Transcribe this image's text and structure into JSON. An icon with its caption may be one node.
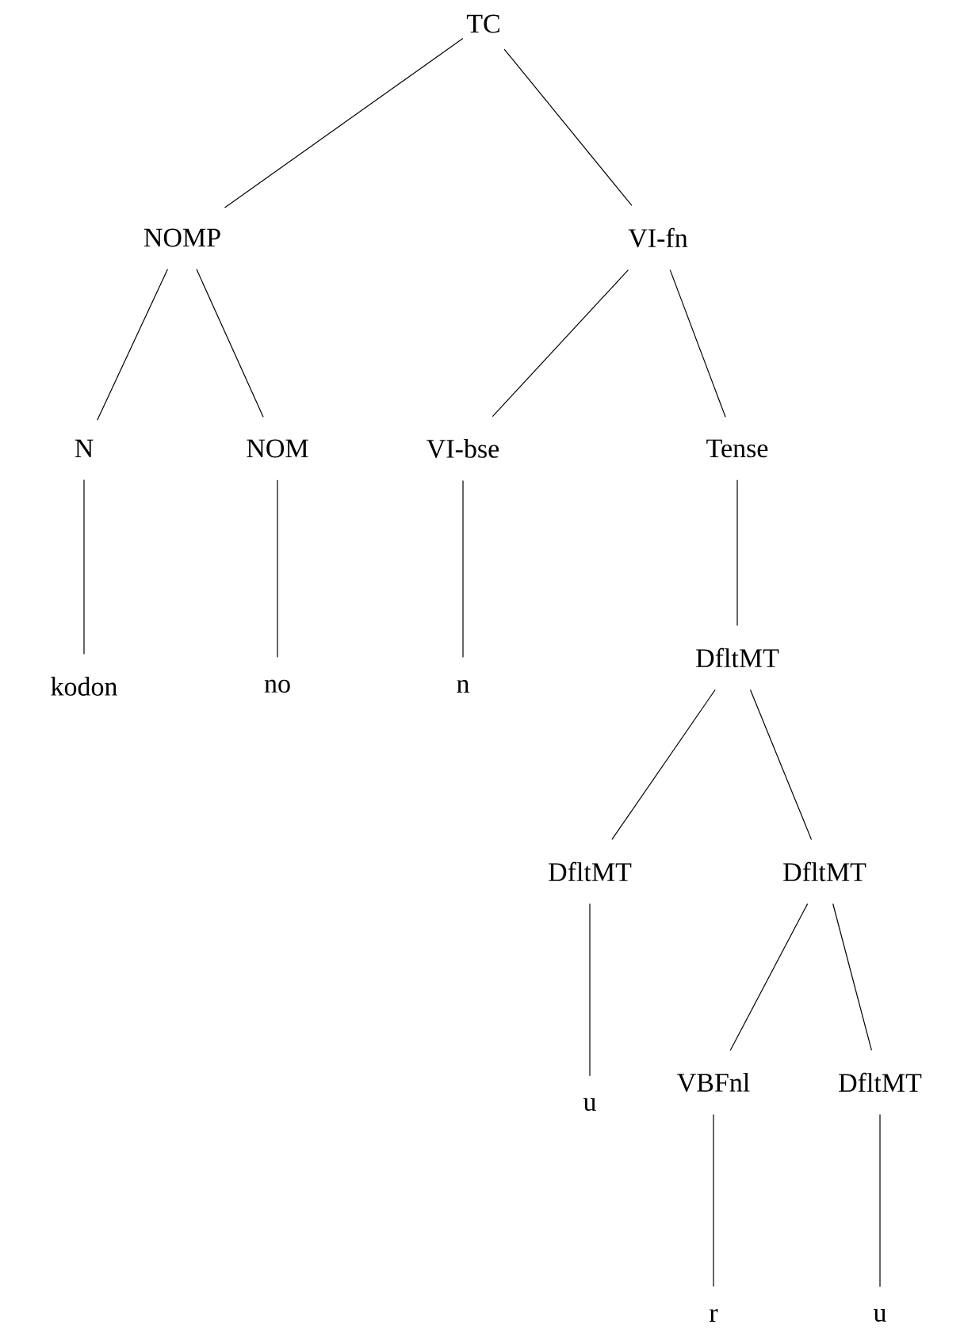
{
  "diagram": {
    "nodes": [
      {
        "text": [
          "TC"
        ]
      },
      {
        "text": [
          "NOMP"
        ]
      },
      {
        "text": [
          "VI-fn"
        ]
      },
      {
        "text": [
          "N"
        ]
      },
      {
        "text": [
          "NOM"
        ]
      },
      {
        "text": [
          "VI-bse"
        ]
      },
      {
        "text": [
          "Tense"
        ]
      },
      {
        "text": [
          "kodon"
        ]
      },
      {
        "text": [
          "no"
        ]
      },
      {
        "text": [
          "n"
        ]
      },
      {
        "text": [
          "DfltMT"
        ]
      },
      {
        "text": [
          "DfltMT"
        ]
      },
      {
        "text": [
          "DfltMT"
        ]
      },
      {
        "text": [
          "u"
        ]
      },
      {
        "text": [
          "VBFnl"
        ]
      },
      {
        "text": [
          "DfltMT"
        ]
      },
      {
        "text": [
          "r"
        ]
      },
      {
        "text": [
          "u"
        ]
      }
    ],
    "edges": [
      {
        "from": 0,
        "to": 1,
        "arrow": "none"
      },
      {
        "from": 0,
        "to": 2,
        "arrow": "none"
      },
      {
        "from": 1,
        "to": 3,
        "arrow": "none"
      },
      {
        "from": 1,
        "to": 4,
        "arrow": "none"
      },
      {
        "from": 2,
        "to": 5,
        "arrow": "none"
      },
      {
        "from": 2,
        "to": 6,
        "arrow": "none"
      },
      {
        "from": 3,
        "to": 7,
        "arrow": "none"
      },
      {
        "from": 4,
        "to": 8,
        "arrow": "none"
      },
      {
        "from": 5,
        "to": 9,
        "arrow": "none"
      },
      {
        "from": 6,
        "to": 10,
        "arrow": "none"
      },
      {
        "from": 10,
        "to": 11,
        "arrow": "none"
      },
      {
        "from": 10,
        "to": 12,
        "arrow": "none"
      },
      {
        "from": 11,
        "to": 13,
        "arrow": "none"
      },
      {
        "from": 12,
        "to": 14,
        "arrow": "none"
      },
      {
        "from": 12,
        "to": 15,
        "arrow": "none"
      },
      {
        "from": 14,
        "to": 16,
        "arrow": "none"
      },
      {
        "from": 15,
        "to": 17,
        "arrow": "none"
      }
    ]
  }
}
